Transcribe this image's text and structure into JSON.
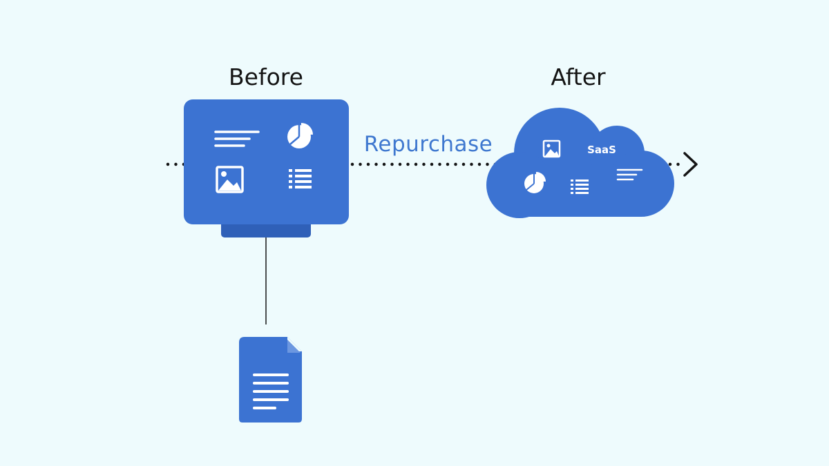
{
  "headings": {
    "before": "Before",
    "after": "After"
  },
  "flow": {
    "label": "Repurchase"
  },
  "cloud": {
    "label": "SaaS"
  },
  "icons": {
    "before_monitor": [
      "text-lines-icon",
      "pie-chart-icon",
      "image-icon",
      "list-icon"
    ],
    "cloud": [
      "image-icon",
      "pie-chart-icon",
      "list-icon",
      "text-lines-icon"
    ],
    "document": "document-icon",
    "arrow": "chevron-right-icon"
  },
  "colors": {
    "background": "#eefbfd",
    "primary": "#3c73d2",
    "primary_dark": "#2f60b8",
    "label": "#3f78cf",
    "icon": "#ffffff",
    "line": "#141414"
  }
}
